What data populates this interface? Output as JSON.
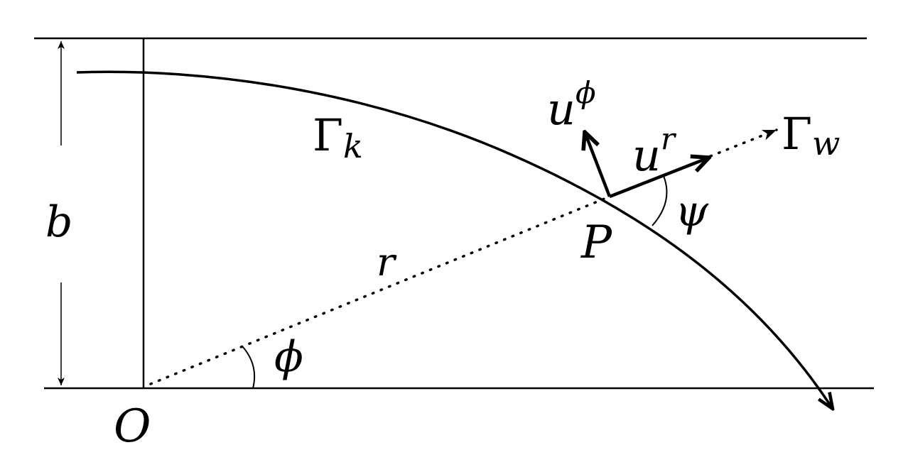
{
  "diagram": {
    "colors": {
      "ink": "#000000",
      "background": "#ffffff"
    },
    "labels": {
      "b": "b",
      "O": "O",
      "P": "P",
      "r": "r",
      "phi": "ϕ",
      "psi": "ψ",
      "gamma_k_base": "Γ",
      "gamma_k_sub": "k",
      "gamma_w_base": "Γ",
      "gamma_w_sub": "w",
      "u_phi_base": "u",
      "u_phi_sup": "ϕ",
      "u_r_base": "u",
      "u_r_sup": "r"
    }
  }
}
